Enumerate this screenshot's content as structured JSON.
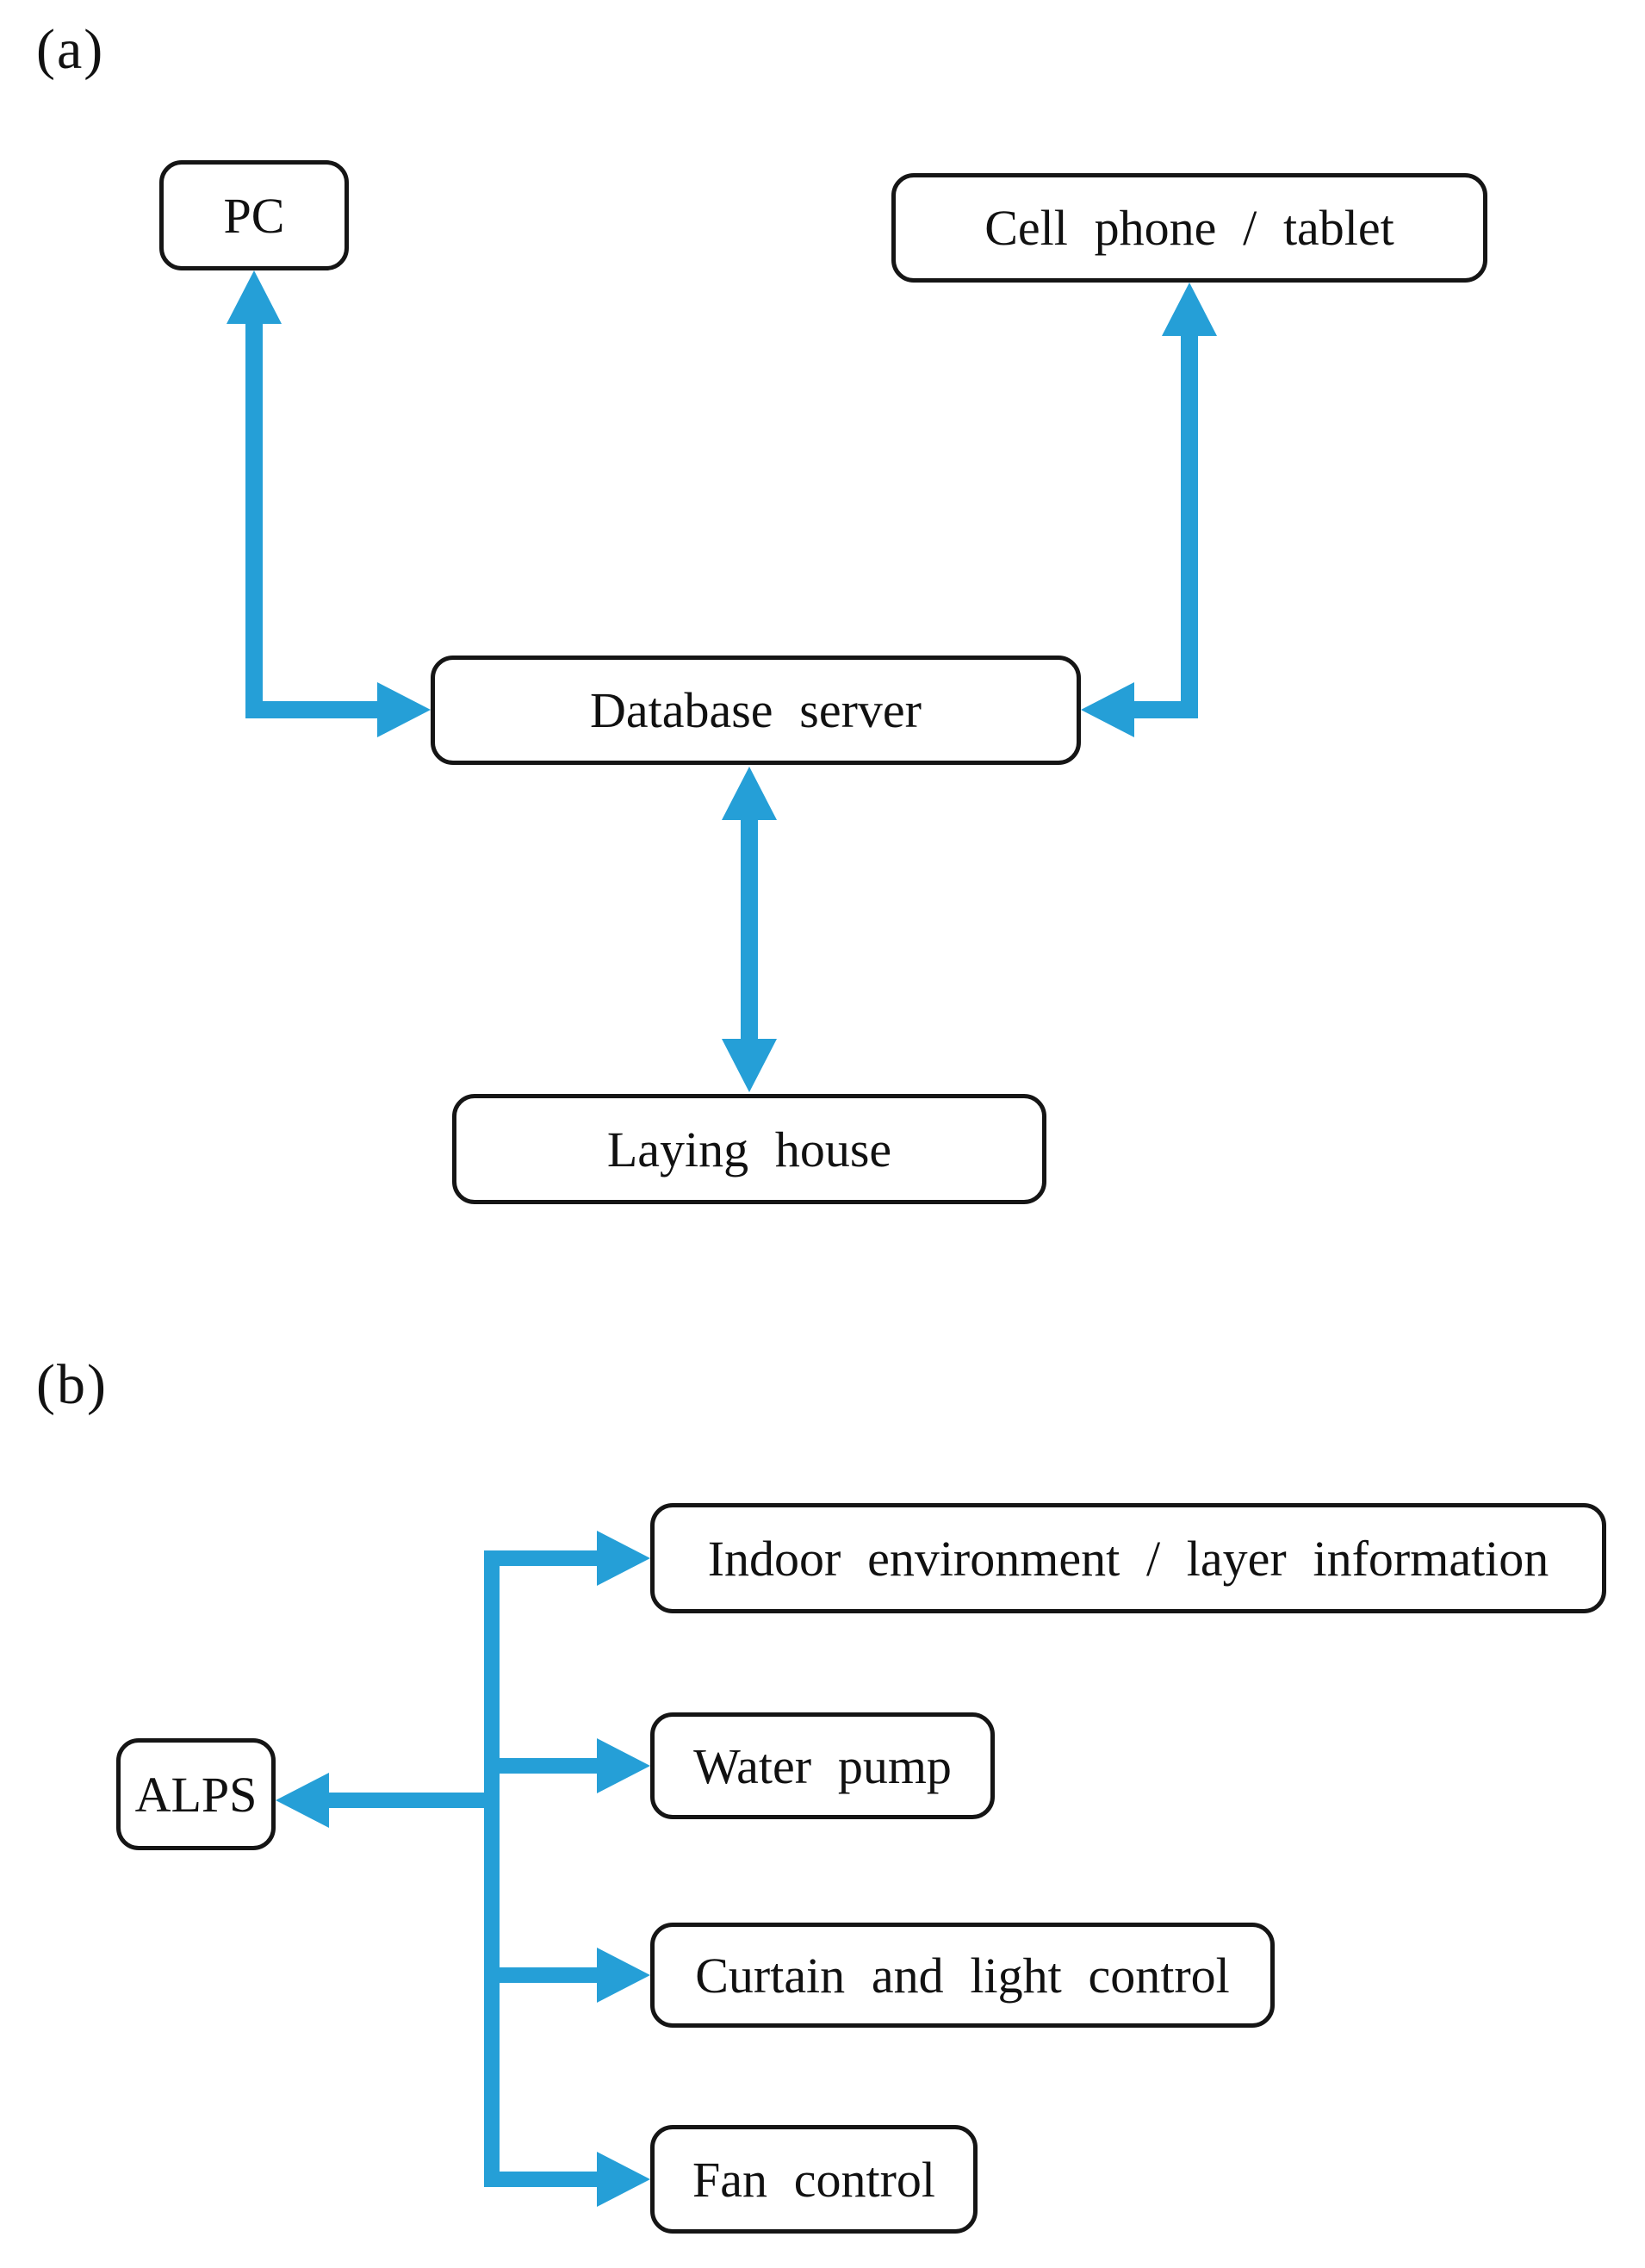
{
  "colors": {
    "accent": "#259FD7",
    "border": "#151515",
    "text": "#111111",
    "bg": "#ffffff"
  },
  "panel_a": {
    "label": "(a)",
    "nodes": {
      "pc": "PC",
      "cell_phone": "Cell phone / tablet",
      "database": "Database server",
      "laying_house": "Laying house"
    },
    "edges": [
      "PC <-> Database server (bidirectional elbow arrow)",
      "Cell phone / tablet <-> Database server (bidirectional elbow arrow)",
      "Database server <-> Laying house (bidirectional vertical arrow)"
    ]
  },
  "panel_b": {
    "label": "(b)",
    "nodes": {
      "alps": "ALPS",
      "indoor_environment": "Indoor environment / layer information",
      "water_pump": "Water pump",
      "curtain_light": "Curtain and light control",
      "fan_control": "Fan control"
    },
    "edges": [
      "trunk -> ALPS (left arrow)",
      "trunk -> Indoor environment / layer information (right arrow)",
      "trunk -> Water pump (right arrow)",
      "trunk -> Curtain and light control (right arrow)",
      "trunk -> Fan control (right arrow)"
    ]
  }
}
